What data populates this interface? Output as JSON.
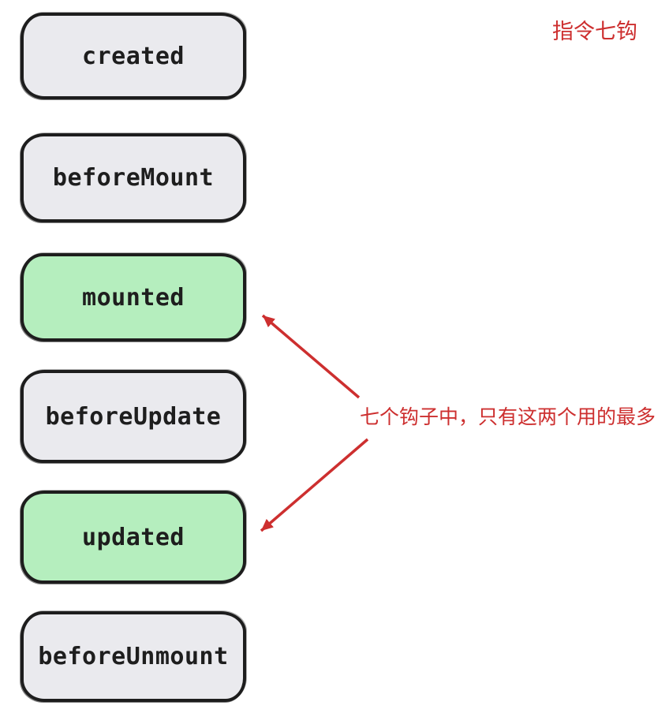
{
  "diagram": {
    "corner_note": "指令七钩",
    "annotation": "七个钩子中，只有这两个用的最多",
    "hooks": [
      {
        "label": "created",
        "highlighted": false
      },
      {
        "label": "beforeMount",
        "highlighted": false
      },
      {
        "label": "mounted",
        "highlighted": true
      },
      {
        "label": "beforeUpdate",
        "highlighted": false
      },
      {
        "label": "updated",
        "highlighted": true
      },
      {
        "label": "beforeUnmount",
        "highlighted": false
      }
    ],
    "arrows": [
      {
        "points_to": "mounted"
      },
      {
        "points_to": "updated"
      }
    ],
    "colors": {
      "background": "#ffffff",
      "box_fill": "#eaeaee",
      "box_fill_highlight": "#b5eebe",
      "box_stroke": "#1d1d1d",
      "box_text": "#1e1e1e",
      "annotation_red": "#cd2f2f"
    }
  }
}
